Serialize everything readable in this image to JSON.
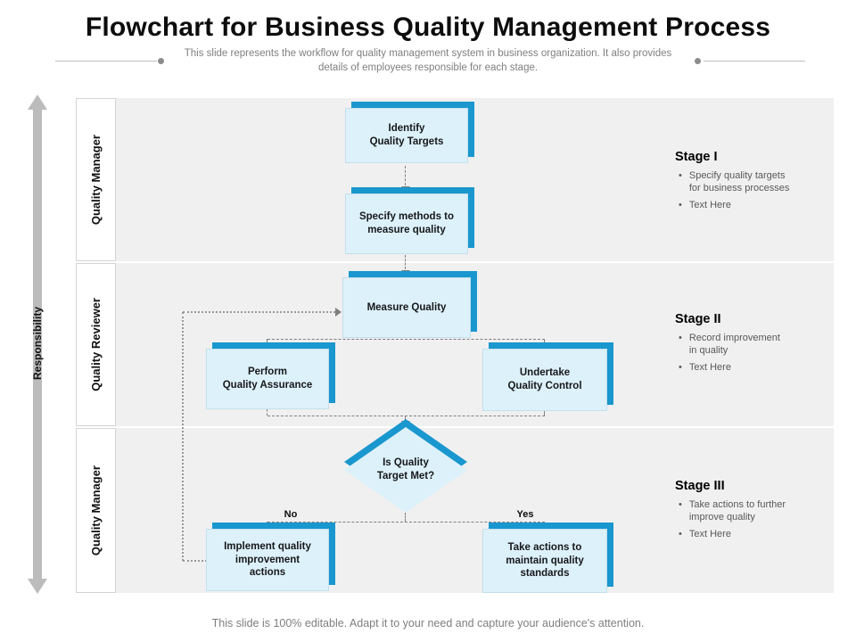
{
  "header": {
    "title": "Flowchart for Business Quality Management Process",
    "subtitle": "This slide represents the workflow for quality management system in business organization. It also provides details of employees responsible for each stage."
  },
  "axis": {
    "label": "Responsibility"
  },
  "lanes": [
    {
      "label": "Quality Manager"
    },
    {
      "label": "Quality Reviewer"
    },
    {
      "label": "Quality Manager"
    }
  ],
  "flow": {
    "identify": "Identify\nQuality Targets",
    "specify": "Specify methods to\nmeasure quality",
    "measure": "Measure Quality",
    "assurance": "Perform\nQuality Assurance",
    "control": "Undertake\nQuality Control",
    "decision": "Is Quality\nTarget Met?",
    "implement": "Implement quality\nimprovement\nactions",
    "maintain": "Take actions to\nmaintain quality\nstandards",
    "no_label": "No",
    "yes_label": "Yes"
  },
  "stages": [
    {
      "title": "Stage I",
      "bullets": [
        "Specify quality targets\nfor business processes",
        "Text Here"
      ]
    },
    {
      "title": "Stage II",
      "bullets": [
        "Record improvement\nin quality",
        "Text Here"
      ]
    },
    {
      "title": "Stage III",
      "bullets": [
        "Take actions to further\nimprove quality",
        "Text Here"
      ]
    }
  ],
  "footer": "This slide is 100% editable. Adapt it to your need and capture your audience's attention.",
  "colors": {
    "accent": "#1a97ce",
    "box-fill": "#ddf1fa",
    "lane-bg": "#f0f0f0",
    "line-gray": "#7f7f7f",
    "text-gray": "#595959"
  }
}
